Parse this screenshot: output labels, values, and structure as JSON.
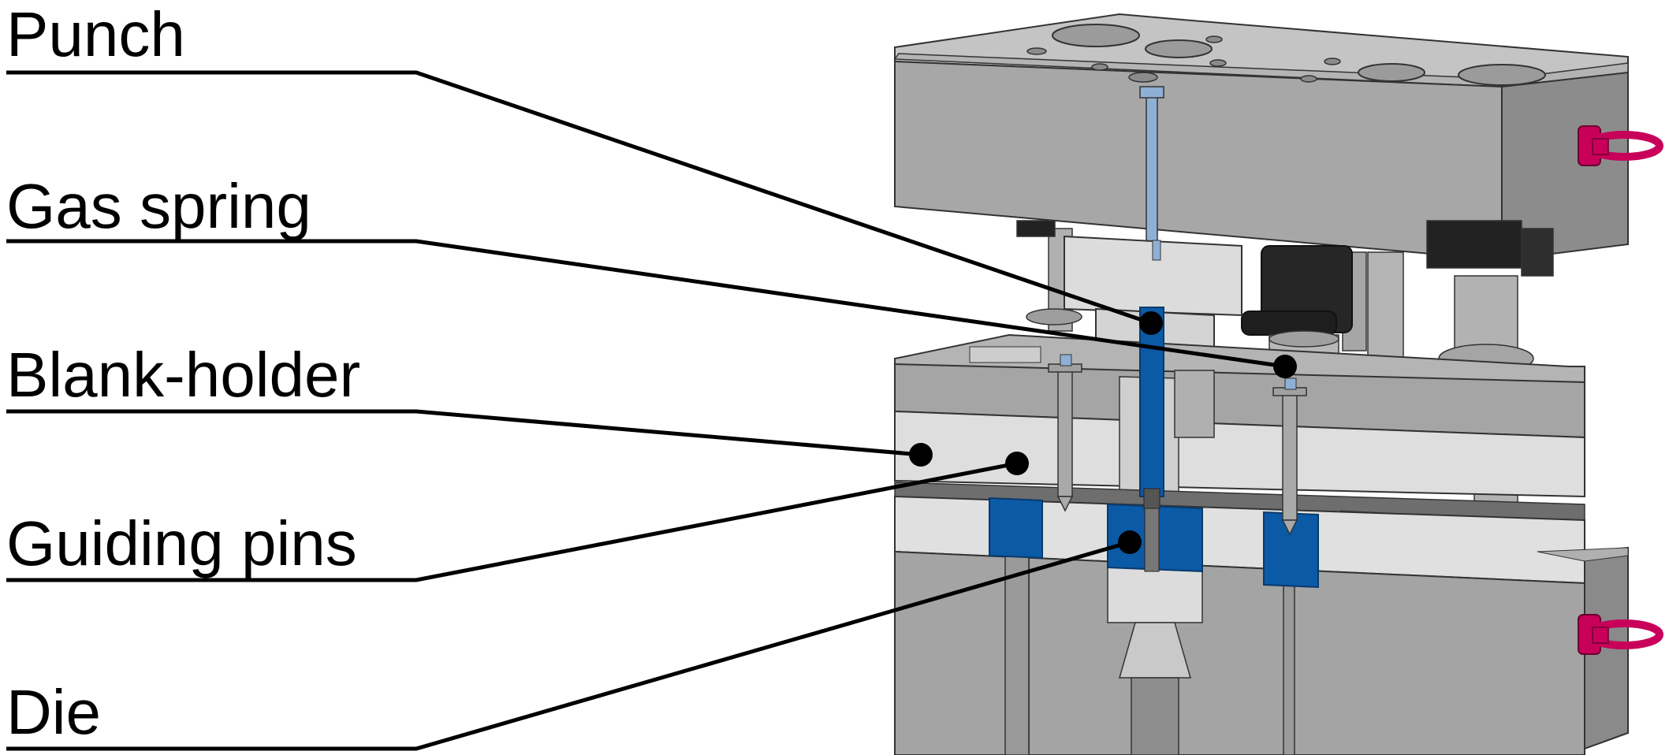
{
  "labels": {
    "punch": "Punch",
    "gas_spring": "Gas spring",
    "blank_holder": "Blank-holder",
    "guiding_pins": "Guiding pins",
    "die": "Die"
  },
  "colors": {
    "plate_dark": "#9a9a9a",
    "plate_mid": "#a8a8a8",
    "plate_top": "#b8b8b8",
    "plate_light": "#dcdcdc",
    "insert_blue": "#0b5aa6",
    "magenta": "#c8005a",
    "black_part": "#222222",
    "leader": "#000000"
  }
}
